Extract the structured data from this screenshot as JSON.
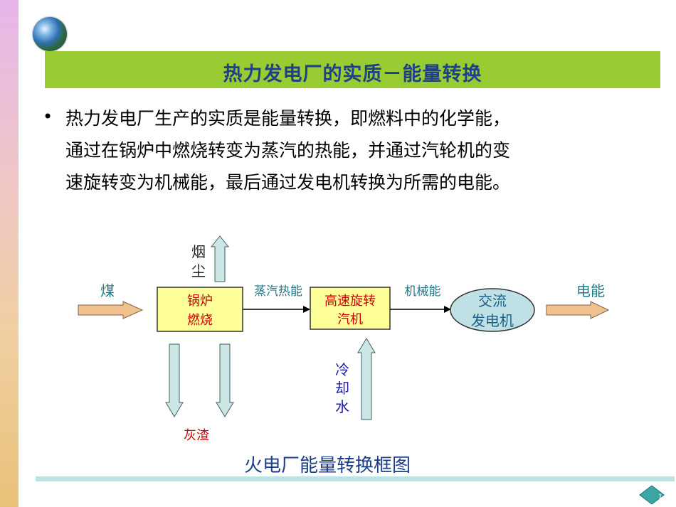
{
  "header": {
    "title": "热力发电厂的实质－能量转换"
  },
  "body_text": {
    "lines": [
      "热力发电厂生产的实质是能量转换，即燃料中的化学能，",
      "通过在锅炉中燃烧转变为蒸汽的热能，并通过汽轮机的变",
      "速旋转变为机械能，最后通过发电机转换为所需的电能。"
    ]
  },
  "diagram": {
    "coal": "煤",
    "smoke": [
      "烟",
      "尘"
    ],
    "boiler": [
      "锅炉",
      "燃烧"
    ],
    "steam_energy": "蒸汽热能",
    "turbine": [
      "高速旋转",
      "汽机"
    ],
    "mechanical_energy": "机械能",
    "generator": [
      "交流",
      "发电机"
    ],
    "electric_energy": "电能",
    "ash": "灰渣",
    "cooling_water": [
      "冷",
      "却",
      "水"
    ],
    "caption": "火电厂能量转换框图"
  },
  "colors": {
    "title_bar": "#99cc33",
    "title_text": "#1e3f8a",
    "box_fill": "#ffff99",
    "arrow_orange": "#f2c190",
    "arrow_teal": "#cce6e6",
    "generator_fill": "#bfe1e6",
    "red_text": "#cc0000",
    "teal_text": "#1f7a87",
    "blue_text": "#1a1ab0"
  },
  "navigation": {
    "page_number": "1"
  }
}
